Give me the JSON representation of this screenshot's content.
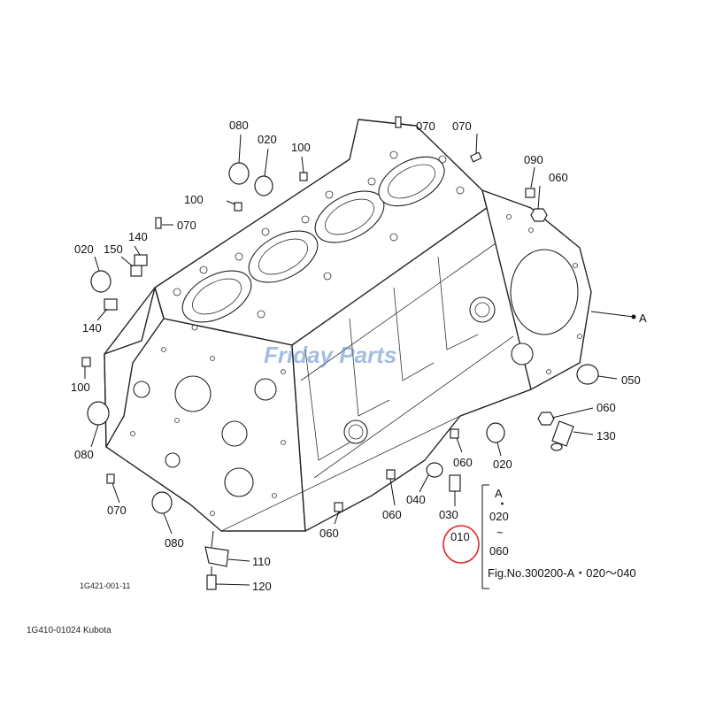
{
  "diagram": {
    "callouts": {
      "c080_top": "080",
      "c020_top": "020",
      "c100_top": "100",
      "c070_top1": "070",
      "c070_top2": "070",
      "c090": "090",
      "c060_r1": "060",
      "c100_l": "100",
      "c070_l": "070",
      "c140_top": "140",
      "c020_l": "020",
      "c150": "150",
      "c140_bot": "140",
      "arrow_a": "A",
      "c100_lb": "100",
      "c050": "050",
      "c060_r2": "060",
      "c130": "130",
      "c080_l": "080",
      "c060_mid": "060",
      "c020_mid": "020",
      "c070_lb": "070",
      "c040": "040",
      "c030": "030",
      "c060_b1": "060",
      "c060_b2": "060",
      "c080_b": "080",
      "c110": "110",
      "c120": "120",
      "c010": "010"
    },
    "legend": {
      "a": "A",
      "dot1": "・",
      "n020": "020",
      "tilde": "~",
      "n060": "060",
      "fig": "Fig.No.300200-A・020～040"
    },
    "drawing_code": "1G421-001-11",
    "watermark": "Friday Parts",
    "highlight_color": "#e0262a",
    "watermark_color": "#5b86c9"
  },
  "footer": {
    "caption": "1G410-01024 Kubota"
  }
}
